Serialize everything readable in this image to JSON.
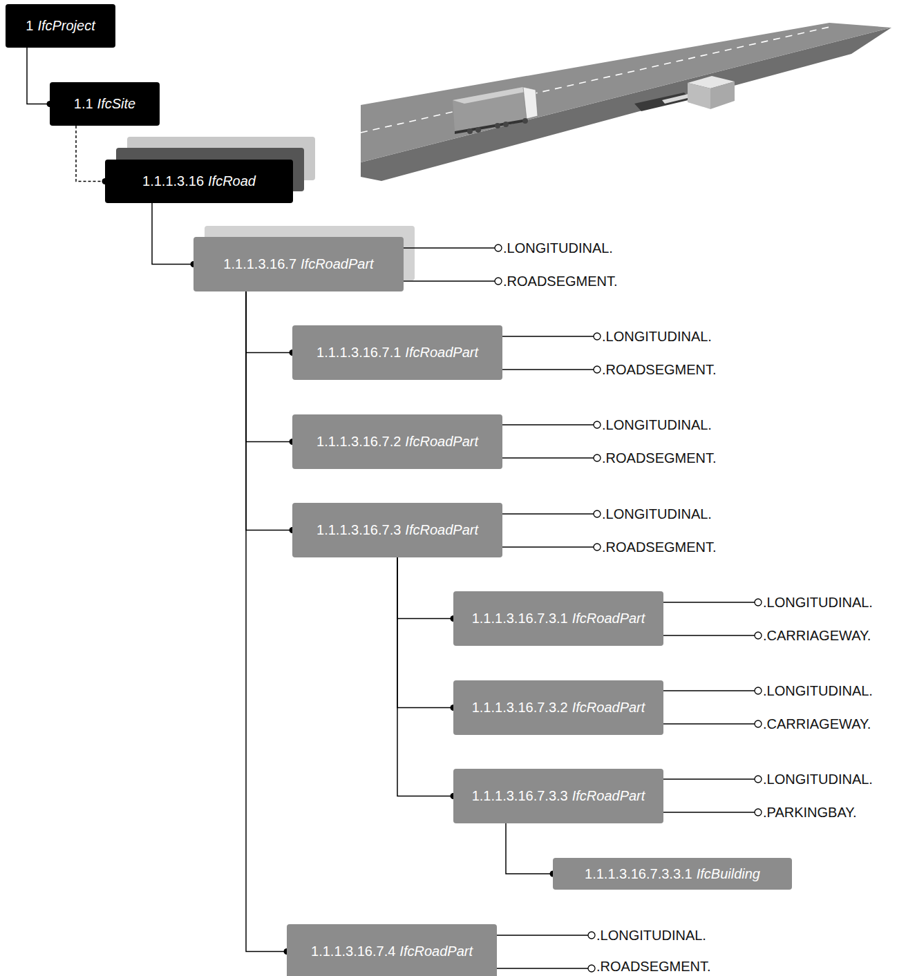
{
  "diagram": {
    "nodes": [
      {
        "text": [
          "1",
          "IfcProject"
        ]
      },
      {
        "text": [
          "1.1",
          "IfcSite"
        ]
      },
      {
        "text": [
          "1.1.1.3.16",
          "IfcRoad"
        ]
      },
      {
        "text": [
          "1.1.1.3.16.7",
          "IfcRoadPart"
        ]
      },
      {
        "text": [
          "1.1.1.3.16.7.1",
          "IfcRoadPart"
        ]
      },
      {
        "text": [
          "1.1.1.3.16.7.2",
          "IfcRoadPart"
        ]
      },
      {
        "text": [
          "1.1.1.3.16.7.3",
          "IfcRoadPart"
        ]
      },
      {
        "text": [
          "1.1.1.3.16.7.3.1",
          "IfcRoadPart"
        ]
      },
      {
        "text": [
          "1.1.1.3.16.7.3.2",
          "IfcRoadPart"
        ]
      },
      {
        "text": [
          "1.1.1.3.16.7.3.3",
          "IfcRoadPart"
        ]
      },
      {
        "text": [
          "1.1.1.3.16.7.3.3.1",
          "IfcBuilding"
        ]
      },
      {
        "text": [
          "1.1.1.3.16.7.4",
          "IfcRoadPart"
        ]
      }
    ],
    "edges": [
      {
        "from": 0,
        "to": 1,
        "arrow": "none"
      },
      {
        "from": 1,
        "to": 2,
        "arrow": "none"
      },
      {
        "from": 2,
        "to": 3,
        "arrow": "none"
      },
      {
        "from": 3,
        "to": 4,
        "arrow": "none"
      },
      {
        "from": 3,
        "to": 5,
        "arrow": "none"
      },
      {
        "from": 3,
        "to": 6,
        "arrow": "none"
      },
      {
        "from": 3,
        "to": 11,
        "arrow": "none"
      },
      {
        "from": 6,
        "to": 7,
        "arrow": "none"
      },
      {
        "from": 6,
        "to": 8,
        "arrow": "none"
      },
      {
        "from": 6,
        "to": 9,
        "arrow": "none"
      },
      {
        "from": 9,
        "to": 10,
        "arrow": "none"
      }
    ],
    "labels": [
      ".LONGITUDINAL.",
      ".ROADSEGMENT.",
      ".LONGITUDINAL.",
      ".ROADSEGMENT.",
      ".LONGITUDINAL.",
      ".ROADSEGMENT.",
      ".LONGITUDINAL.",
      ".ROADSEGMENT.",
      ".LONGITUDINAL.",
      ".CARRIAGEWAY.",
      ".LONGITUDINAL.",
      ".CARRIAGEWAY.",
      ".LONGITUDINAL.",
      ".PARKINGBAY.",
      ".LONGITUDINAL.",
      ".ROADSEGMENT."
    ]
  }
}
